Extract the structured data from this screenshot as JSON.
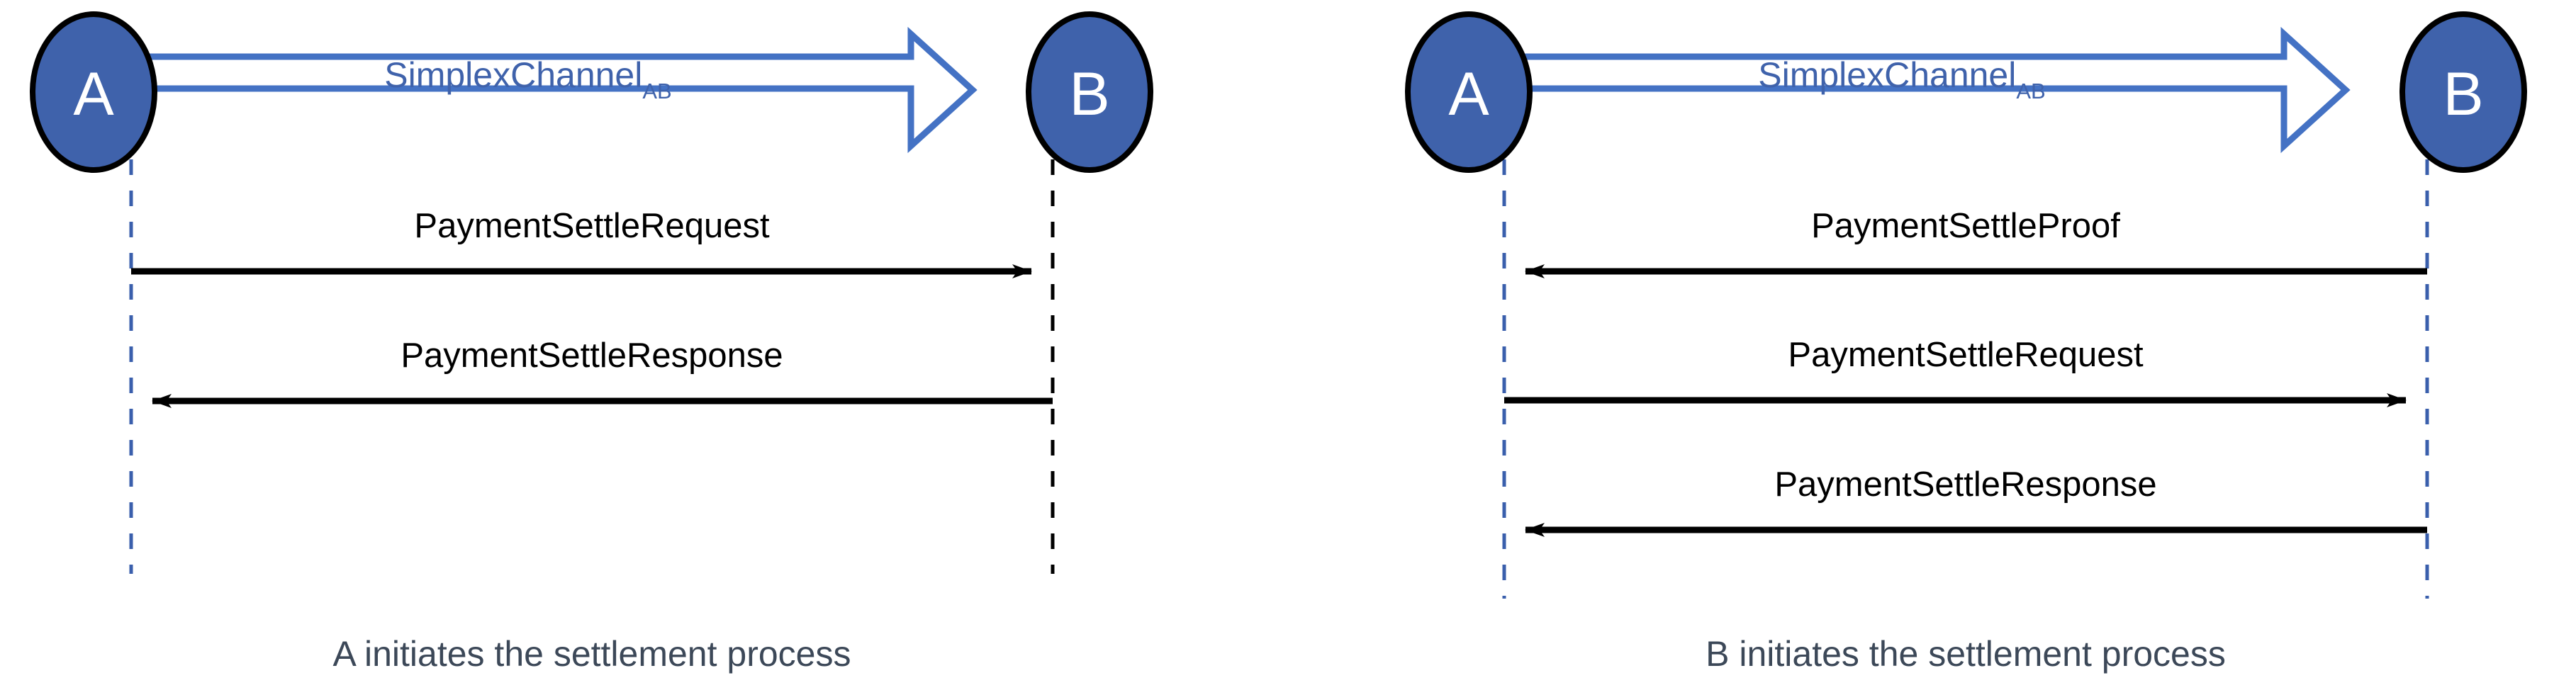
{
  "figure": {
    "type": "sequence-diagram",
    "background": "#ffffff",
    "colors": {
      "node_fill": "#3f62ab",
      "node_stroke": "#000000",
      "node_text": "#ffffff",
      "channel_blue": "#4472c4",
      "channel_label": "#3f62ab",
      "message_black": "#000000",
      "lifeline_blue": "#3a5fac",
      "lifeline_black": "#000000",
      "caption_text": "#3c4858"
    }
  },
  "panels": [
    {
      "id": "panel-left",
      "caption": "A initiates the settlement process",
      "actors": [
        {
          "id": "actor-a",
          "label": "A",
          "lifeline_color": "blue"
        },
        {
          "id": "actor-b",
          "label": "B",
          "lifeline_color": "black"
        }
      ],
      "channel": {
        "label": "SimplexChannel",
        "subscript": "AB",
        "direction": "A-to-B"
      },
      "messages": [
        {
          "label": "PaymentSettleRequest",
          "direction": "A-to-B"
        },
        {
          "label": "PaymentSettleResponse",
          "direction": "B-to-A"
        }
      ]
    },
    {
      "id": "panel-right",
      "caption": "B initiates the settlement process",
      "actors": [
        {
          "id": "actor-a",
          "label": "A",
          "lifeline_color": "blue"
        },
        {
          "id": "actor-b",
          "label": "B",
          "lifeline_color": "blue"
        }
      ],
      "channel": {
        "label": "SimplexChannel",
        "subscript": "AB",
        "direction": "A-to-B"
      },
      "messages": [
        {
          "label": "PaymentSettleProof",
          "direction": "B-to-A"
        },
        {
          "label": "PaymentSettleRequest",
          "direction": "A-to-B"
        },
        {
          "label": "PaymentSettleResponse",
          "direction": "B-to-A"
        }
      ]
    }
  ]
}
